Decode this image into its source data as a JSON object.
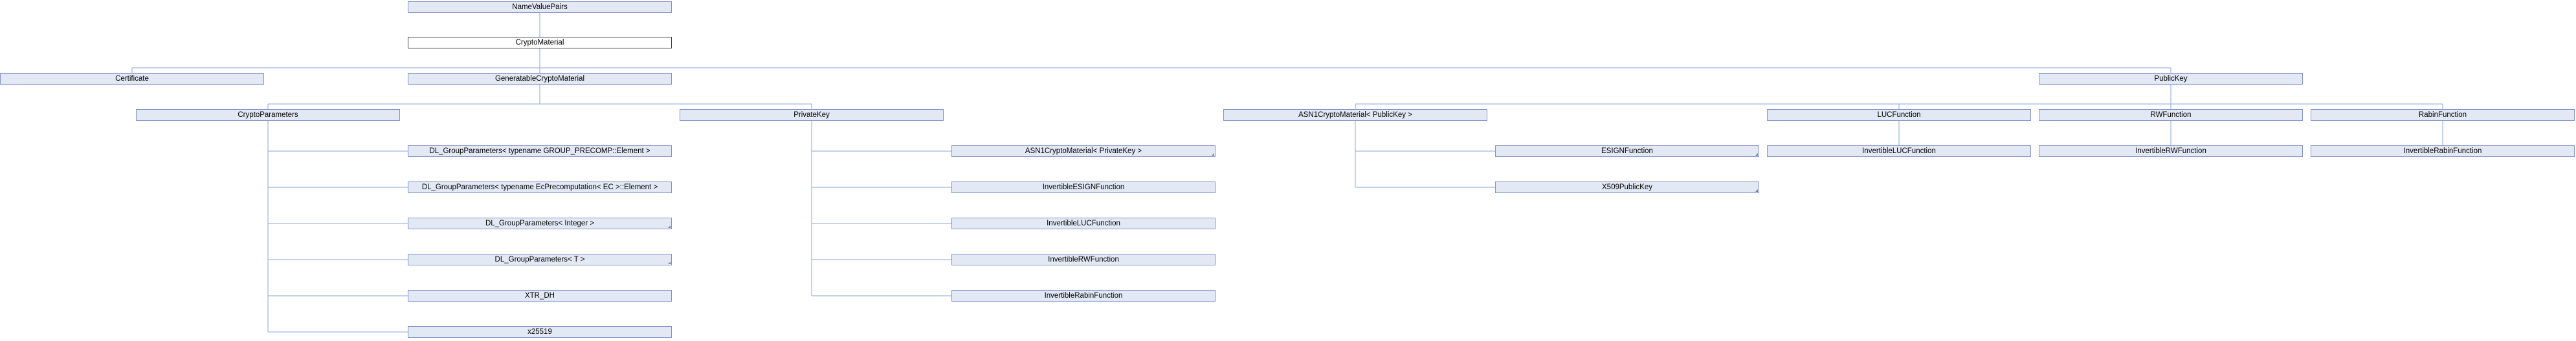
{
  "diagram": {
    "nodes": [
      {
        "id": "NameValuePairs",
        "label": "NameValuePairs"
      },
      {
        "id": "CryptoMaterial",
        "label": "CryptoMaterial",
        "focus": true
      },
      {
        "id": "Certificate",
        "label": "Certificate"
      },
      {
        "id": "GeneratableCryptoMaterial",
        "label": "GeneratableCryptoMaterial"
      },
      {
        "id": "PublicKey",
        "label": "PublicKey"
      },
      {
        "id": "CryptoParameters",
        "label": "CryptoParameters"
      },
      {
        "id": "PrivateKey",
        "label": "PrivateKey"
      },
      {
        "id": "ASN1CryptoMaterialPublicKey",
        "label": "ASN1CryptoMaterial< PublicKey >"
      },
      {
        "id": "LUCFunction",
        "label": "LUCFunction"
      },
      {
        "id": "RWFunction",
        "label": "RWFunction"
      },
      {
        "id": "RabinFunction",
        "label": "RabinFunction"
      },
      {
        "id": "DL_GP_GROUP_PRECOMP",
        "label": "DL_GroupParameters< typename GROUP_PRECOMP::Element >"
      },
      {
        "id": "ASN1CryptoMaterialPrivateKey",
        "label": "ASN1CryptoMaterial< PrivateKey >",
        "more": true
      },
      {
        "id": "ESIGNFunction",
        "label": "ESIGNFunction",
        "more": true
      },
      {
        "id": "InvertibleLUCFunction",
        "label": "InvertibleLUCFunction"
      },
      {
        "id": "InvertibleRWFunction",
        "label": "InvertibleRWFunction"
      },
      {
        "id": "InvertibleRabinFunction",
        "label": "InvertibleRabinFunction"
      },
      {
        "id": "DL_GP_EcPrecomputation",
        "label": "DL_GroupParameters< typename EcPrecomputation< EC >::Element >"
      },
      {
        "id": "InvertibleESIGNFunction",
        "label": "InvertibleESIGNFunction"
      },
      {
        "id": "X509PublicKey",
        "label": "X509PublicKey",
        "more": true
      },
      {
        "id": "DL_GP_Integer",
        "label": "DL_GroupParameters< Integer >",
        "more": true
      },
      {
        "id": "InvertibleLUCFunction2",
        "label": "InvertibleLUCFunction"
      },
      {
        "id": "DL_GP_T",
        "label": "DL_GroupParameters< T >",
        "more": true
      },
      {
        "id": "InvertibleRWFunction2",
        "label": "InvertibleRWFunction"
      },
      {
        "id": "XTR_DH",
        "label": "XTR_DH"
      },
      {
        "id": "InvertibleRabinFunction2",
        "label": "InvertibleRabinFunction"
      },
      {
        "id": "x25519",
        "label": "x25519"
      }
    ],
    "edges": [
      [
        "NameValuePairs",
        "CryptoMaterial"
      ],
      [
        "CryptoMaterial",
        "Certificate"
      ],
      [
        "CryptoMaterial",
        "GeneratableCryptoMaterial"
      ],
      [
        "CryptoMaterial",
        "PublicKey"
      ],
      [
        "GeneratableCryptoMaterial",
        "CryptoParameters"
      ],
      [
        "GeneratableCryptoMaterial",
        "PrivateKey"
      ],
      [
        "PublicKey",
        "ASN1CryptoMaterialPublicKey"
      ],
      [
        "PublicKey",
        "LUCFunction"
      ],
      [
        "PublicKey",
        "RWFunction"
      ],
      [
        "PublicKey",
        "RabinFunction"
      ],
      [
        "CryptoParameters",
        "DL_GP_GROUP_PRECOMP"
      ],
      [
        "CryptoParameters",
        "DL_GP_EcPrecomputation"
      ],
      [
        "CryptoParameters",
        "DL_GP_Integer"
      ],
      [
        "CryptoParameters",
        "DL_GP_T"
      ],
      [
        "CryptoParameters",
        "XTR_DH"
      ],
      [
        "CryptoParameters",
        "x25519"
      ],
      [
        "PrivateKey",
        "ASN1CryptoMaterialPrivateKey"
      ],
      [
        "PrivateKey",
        "InvertibleESIGNFunction"
      ],
      [
        "PrivateKey",
        "InvertibleLUCFunction2"
      ],
      [
        "PrivateKey",
        "InvertibleRWFunction2"
      ],
      [
        "PrivateKey",
        "InvertibleRabinFunction2"
      ],
      [
        "ASN1CryptoMaterialPublicKey",
        "ESIGNFunction"
      ],
      [
        "ASN1CryptoMaterialPublicKey",
        "X509PublicKey"
      ],
      [
        "LUCFunction",
        "InvertibleLUCFunction"
      ],
      [
        "RWFunction",
        "InvertibleRWFunction"
      ],
      [
        "RabinFunction",
        "InvertibleRabinFunction"
      ]
    ]
  }
}
